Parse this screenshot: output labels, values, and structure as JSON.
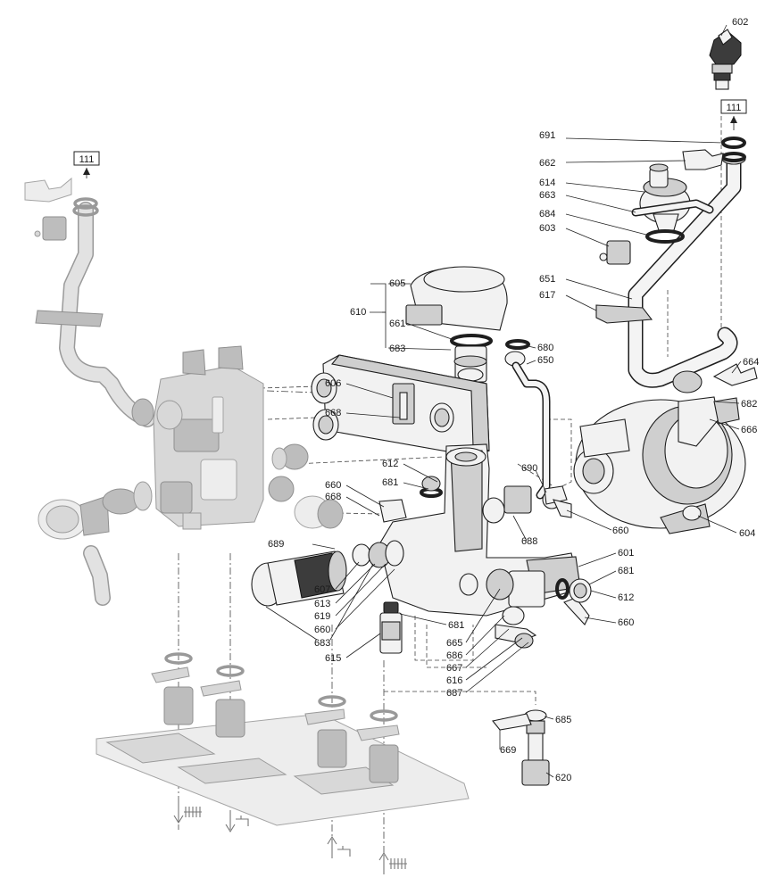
{
  "diagram": {
    "reference_labels": [
      "111",
      "111"
    ],
    "part_labels": [
      {
        "id": "602",
        "text": "602"
      },
      {
        "id": "691",
        "text": "691"
      },
      {
        "id": "662",
        "text": "662"
      },
      {
        "id": "614",
        "text": "614"
      },
      {
        "id": "663",
        "text": "663"
      },
      {
        "id": "684",
        "text": "684"
      },
      {
        "id": "603",
        "text": "603"
      },
      {
        "id": "605",
        "text": "605"
      },
      {
        "id": "610",
        "text": "610"
      },
      {
        "id": "661",
        "text": "661"
      },
      {
        "id": "651",
        "text": "651"
      },
      {
        "id": "617",
        "text": "617"
      },
      {
        "id": "683a",
        "text": "683"
      },
      {
        "id": "680",
        "text": "680"
      },
      {
        "id": "650",
        "text": "650"
      },
      {
        "id": "664",
        "text": "664"
      },
      {
        "id": "606",
        "text": "606"
      },
      {
        "id": "668a",
        "text": "668"
      },
      {
        "id": "682",
        "text": "682"
      },
      {
        "id": "666",
        "text": "666"
      },
      {
        "id": "612a",
        "text": "612"
      },
      {
        "id": "690",
        "text": "690"
      },
      {
        "id": "681a",
        "text": "681"
      },
      {
        "id": "660a",
        "text": "660"
      },
      {
        "id": "668b",
        "text": "668"
      },
      {
        "id": "660b",
        "text": "660"
      },
      {
        "id": "604",
        "text": "604"
      },
      {
        "id": "688",
        "text": "688"
      },
      {
        "id": "689",
        "text": "689"
      },
      {
        "id": "601",
        "text": "601"
      },
      {
        "id": "681b",
        "text": "681"
      },
      {
        "id": "607",
        "text": "607"
      },
      {
        "id": "612b",
        "text": "612"
      },
      {
        "id": "613",
        "text": "613"
      },
      {
        "id": "660c",
        "text": "660"
      },
      {
        "id": "619",
        "text": "619"
      },
      {
        "id": "660d",
        "text": "660"
      },
      {
        "id": "681c",
        "text": "681"
      },
      {
        "id": "683b",
        "text": "683"
      },
      {
        "id": "665",
        "text": "665"
      },
      {
        "id": "615",
        "text": "615"
      },
      {
        "id": "686",
        "text": "686"
      },
      {
        "id": "667",
        "text": "667"
      },
      {
        "id": "616",
        "text": "616"
      },
      {
        "id": "687",
        "text": "687"
      },
      {
        "id": "685",
        "text": "685"
      },
      {
        "id": "669",
        "text": "669"
      },
      {
        "id": "620",
        "text": "620"
      }
    ],
    "icons": [
      "arrow-up-icon",
      "arrow-down-icon",
      "radiator-icon",
      "tap-icon"
    ]
  }
}
